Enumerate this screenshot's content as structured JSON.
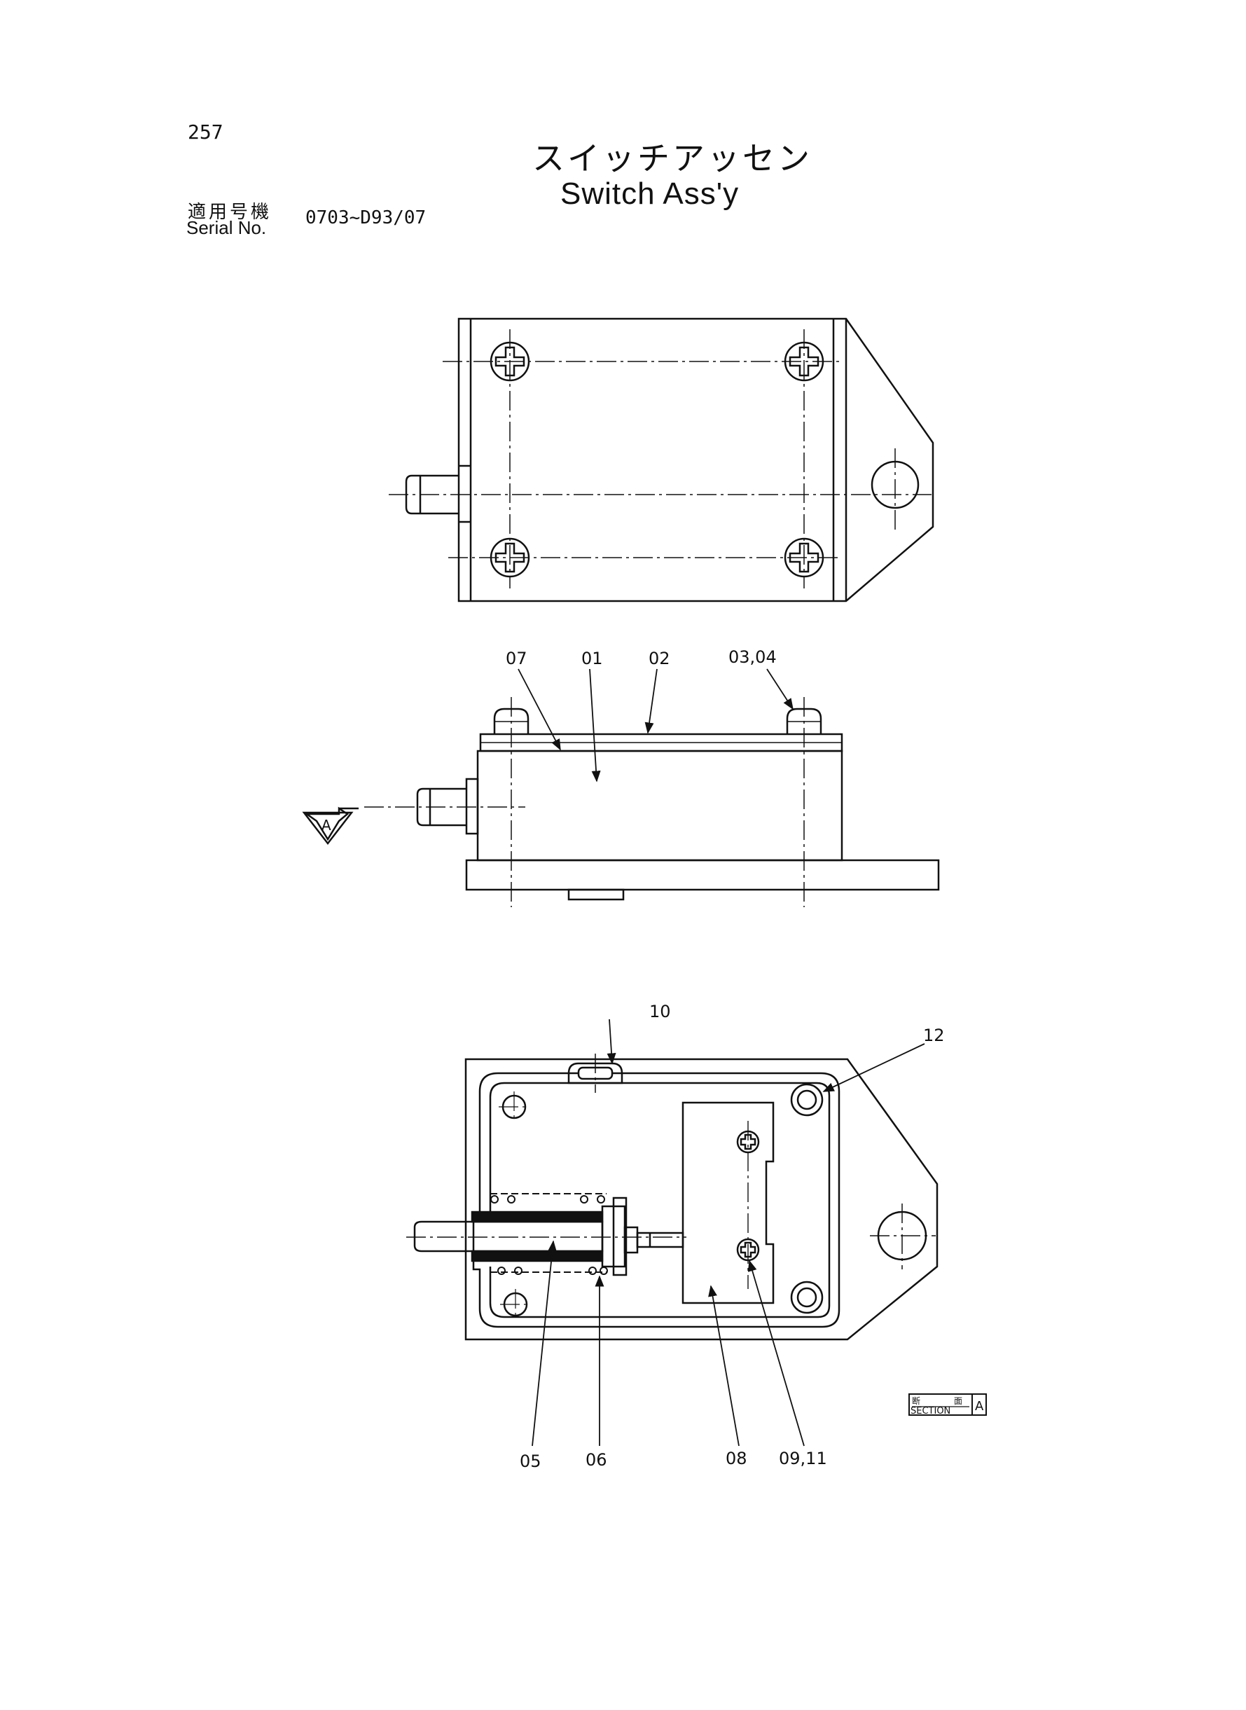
{
  "header": {
    "page_number": "257",
    "title_jp": "スイッチアッセン",
    "title_en": "Switch Ass'y",
    "serial_label_jp": "適用号機",
    "serial_label_en": "Serial No.",
    "serial_value": "0703~D93/07"
  },
  "view_marker": "A",
  "part_labels": {
    "p07": "07",
    "p01": "01",
    "p02": "02",
    "p0304": "03,04",
    "p10": "10",
    "p12": "12",
    "p05": "05",
    "p06": "06",
    "p08": "08",
    "p0911": "09,11"
  },
  "section_box": {
    "jp_left": "断",
    "jp_right": "面",
    "label": "SECTION",
    "letter": "A"
  }
}
